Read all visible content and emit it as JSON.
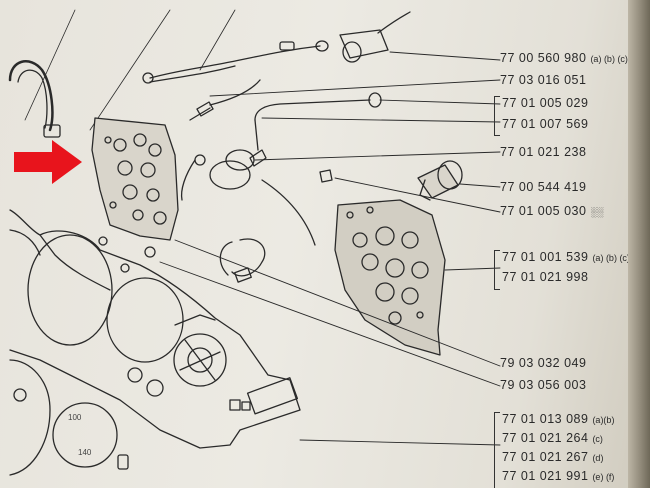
{
  "part_numbers": [
    {
      "num": "77 00 560 980",
      "note": "(a) (b) (c)"
    },
    {
      "num": "77 03 016 051",
      "note": ""
    },
    {
      "num": "77 01 005 029",
      "note": ""
    },
    {
      "num": "77 01 007 569",
      "note": ""
    },
    {
      "num": "77 01 021 238",
      "note": ""
    },
    {
      "num": "77 00 544 419",
      "note": ""
    },
    {
      "num": "77 01 005 030",
      "note": "░░"
    },
    {
      "num": "77 01 001 539",
      "note": "(a) (b) (c)"
    },
    {
      "num": "77 01 021 998",
      "note": ""
    },
    {
      "num": "79 03 032 049",
      "note": ""
    },
    {
      "num": "79 03 056 003",
      "note": ""
    },
    {
      "num": "77 01 013 089",
      "note": "(a)(b)"
    },
    {
      "num": "77 01 021 264",
      "note": "(c)"
    },
    {
      "num": "77 01 021 267",
      "note": "(d)"
    },
    {
      "num": "77 01 021 991",
      "note": "(e) (f)"
    }
  ],
  "colors": {
    "arrow": "#e8141c",
    "ink": "#2a2a2a",
    "paper": "#e9e6de"
  },
  "icons": [
    "red-arrow-icon"
  ]
}
